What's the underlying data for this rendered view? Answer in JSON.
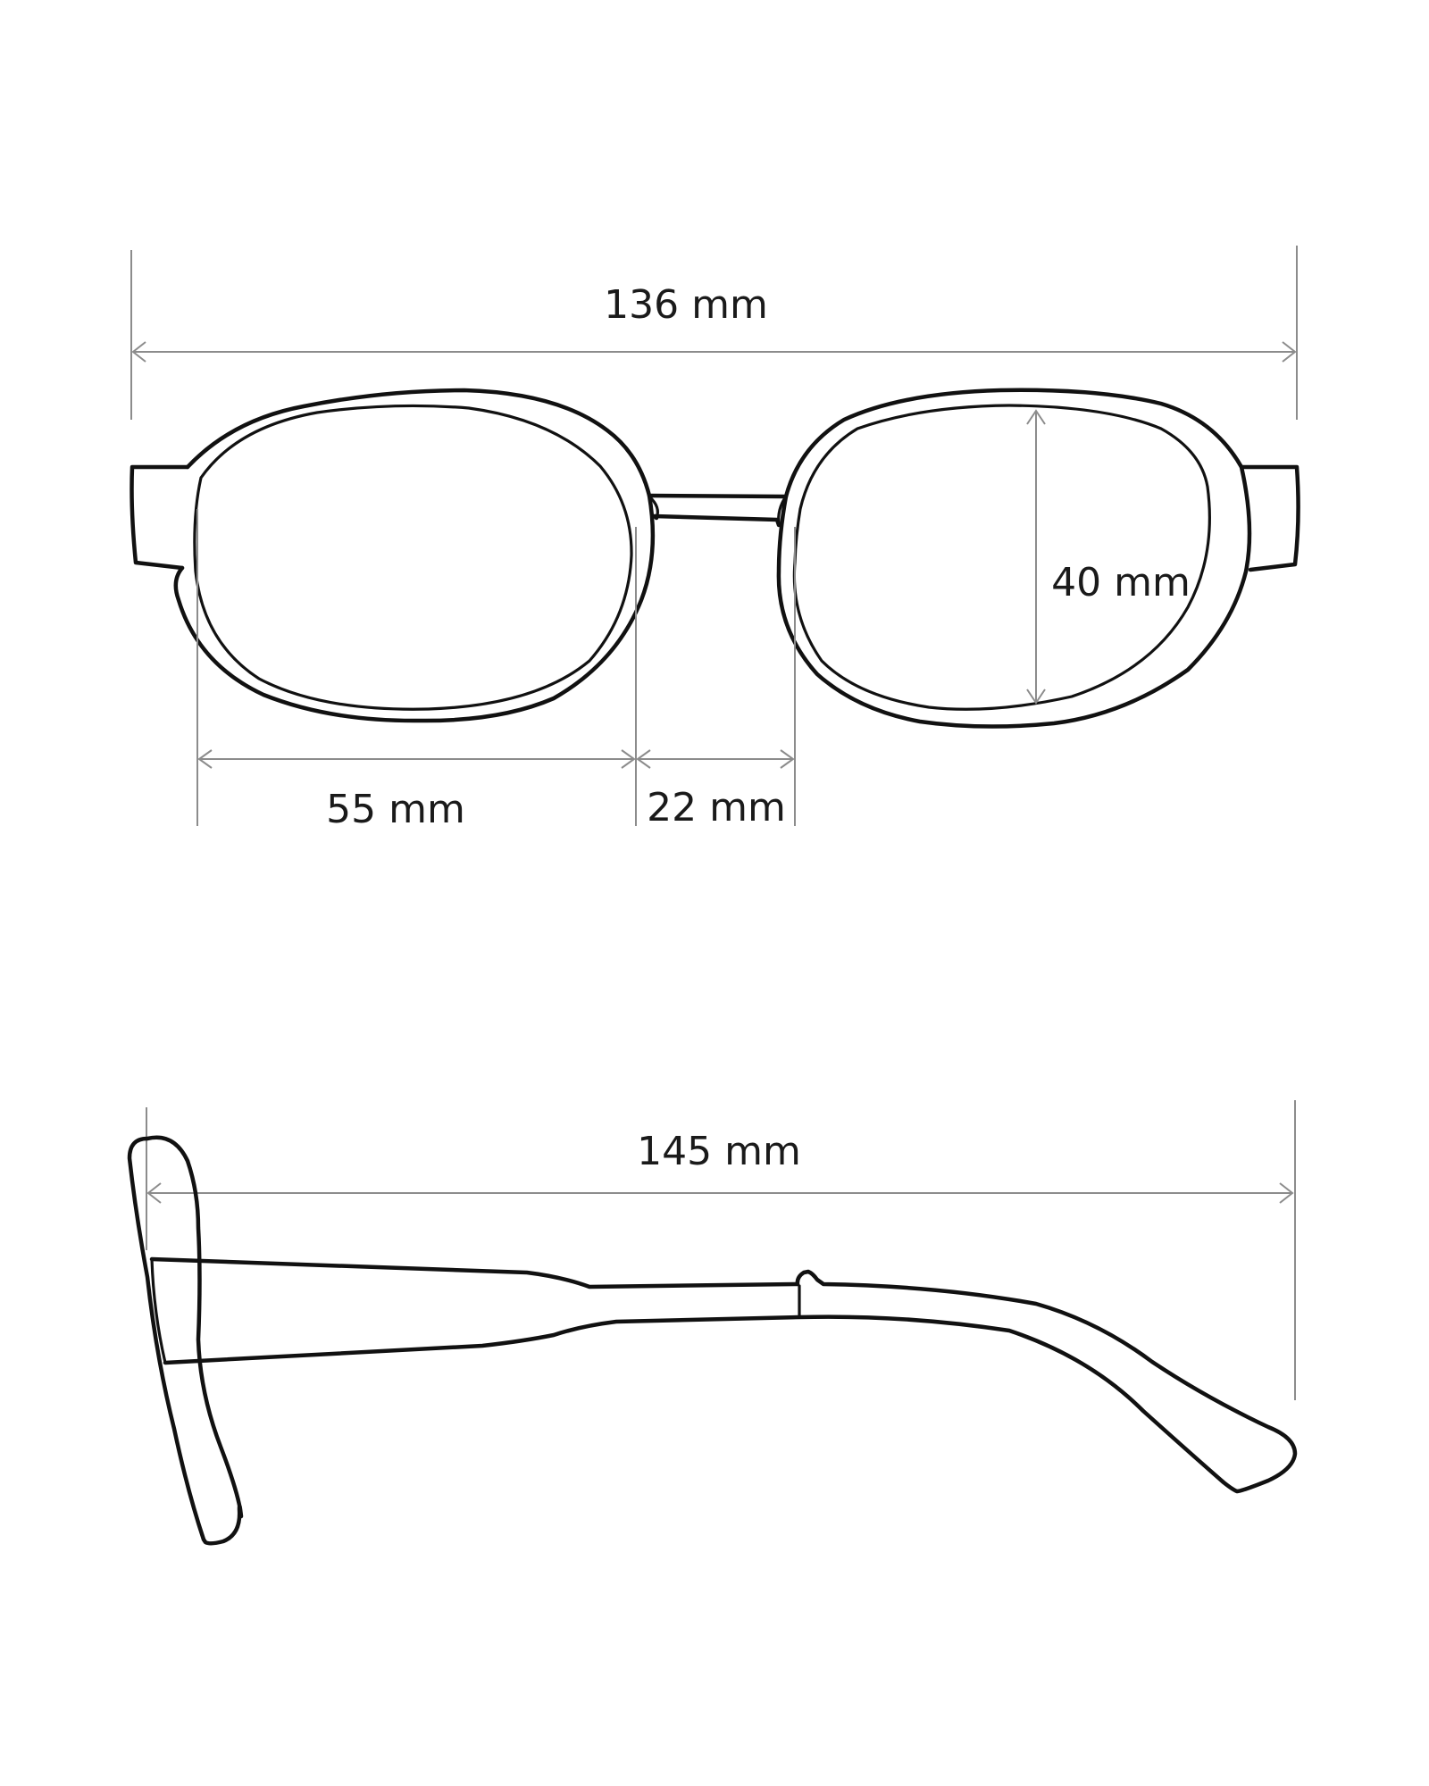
{
  "front_view": {
    "total_width_label": "136 mm",
    "lens_height_label": "40 mm",
    "lens_width_label": "55 mm",
    "bridge_width_label": "22 mm"
  },
  "side_view": {
    "temple_length_label": "145 mm"
  },
  "colors": {
    "outline": "#111111",
    "dimension_lines": "#8c8c8c",
    "background": "#ffffff"
  }
}
